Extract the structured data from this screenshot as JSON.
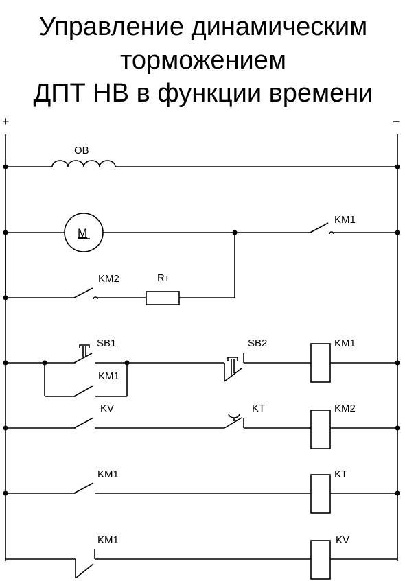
{
  "title": {
    "line1": "Управление динамическим",
    "line2": "торможением",
    "line3": "ДПТ НВ в функции времени"
  },
  "polarity": {
    "plus": "+",
    "minus": "−"
  },
  "labels": {
    "ov": "ОВ",
    "motor": "M",
    "km1_power": "KM1",
    "km2_power": "KM2",
    "rt": "Rт",
    "sb1": "SB1",
    "sb2": "SB2",
    "km1_coil": "KM1",
    "km1_hold": "KM1",
    "kv_contact": "KV",
    "kt_contact": "KT",
    "km2_coil": "KM2",
    "km1_kt_contact": "KM1",
    "kt_coil": "KT",
    "km1_nc": "KM1",
    "kv_coil": "KV"
  }
}
